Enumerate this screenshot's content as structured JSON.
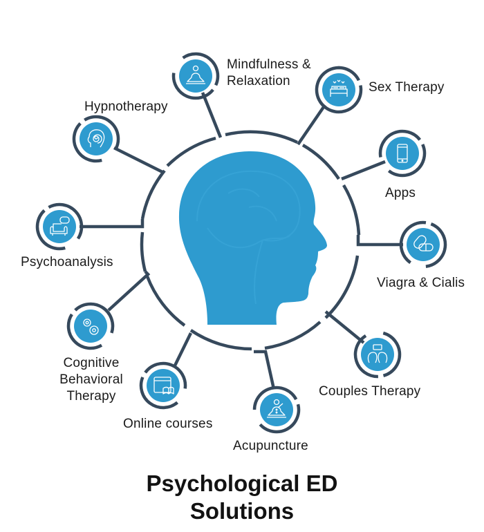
{
  "title": {
    "line1": "Psychological ED",
    "line2": "Solutions"
  },
  "colors": {
    "ring": "#36495c",
    "node_fill": "#2e9bcf",
    "head_fill": "#2e9bcf",
    "icon_stroke": "#ffffff",
    "text": "#1a1a1a"
  },
  "center": {
    "icon": "human-head-brain-icon"
  },
  "nodes": [
    {
      "id": "mindfulness",
      "label_lines": [
        "Mindfulness &",
        "Relaxation"
      ],
      "icon": "meditation-icon"
    },
    {
      "id": "sex-therapy",
      "label_lines": [
        "Sex Therapy"
      ],
      "icon": "bed-hearts-icon"
    },
    {
      "id": "apps",
      "label_lines": [
        "Apps"
      ],
      "icon": "smartphone-icon"
    },
    {
      "id": "viagra-cialis",
      "label_lines": [
        "Viagra & Cialis"
      ],
      "icon": "pills-icon"
    },
    {
      "id": "couples-therapy",
      "label_lines": [
        "Couples Therapy"
      ],
      "icon": "two-heads-chat-icon"
    },
    {
      "id": "acupuncture",
      "label_lines": [
        "Acupuncture"
      ],
      "icon": "meditation-needle-icon"
    },
    {
      "id": "online-courses",
      "label_lines": [
        "Online courses"
      ],
      "icon": "browser-book-icon"
    },
    {
      "id": "cbt",
      "label_lines": [
        "Cognitive",
        "Behavioral",
        "Therapy"
      ],
      "icon": "gears-icon"
    },
    {
      "id": "psychoanalysis",
      "label_lines": [
        "Psychoanalysis"
      ],
      "icon": "couch-speech-icon"
    },
    {
      "id": "hypnotherapy",
      "label_lines": [
        "Hypnotherapy"
      ],
      "icon": "head-spiral-icon"
    }
  ]
}
